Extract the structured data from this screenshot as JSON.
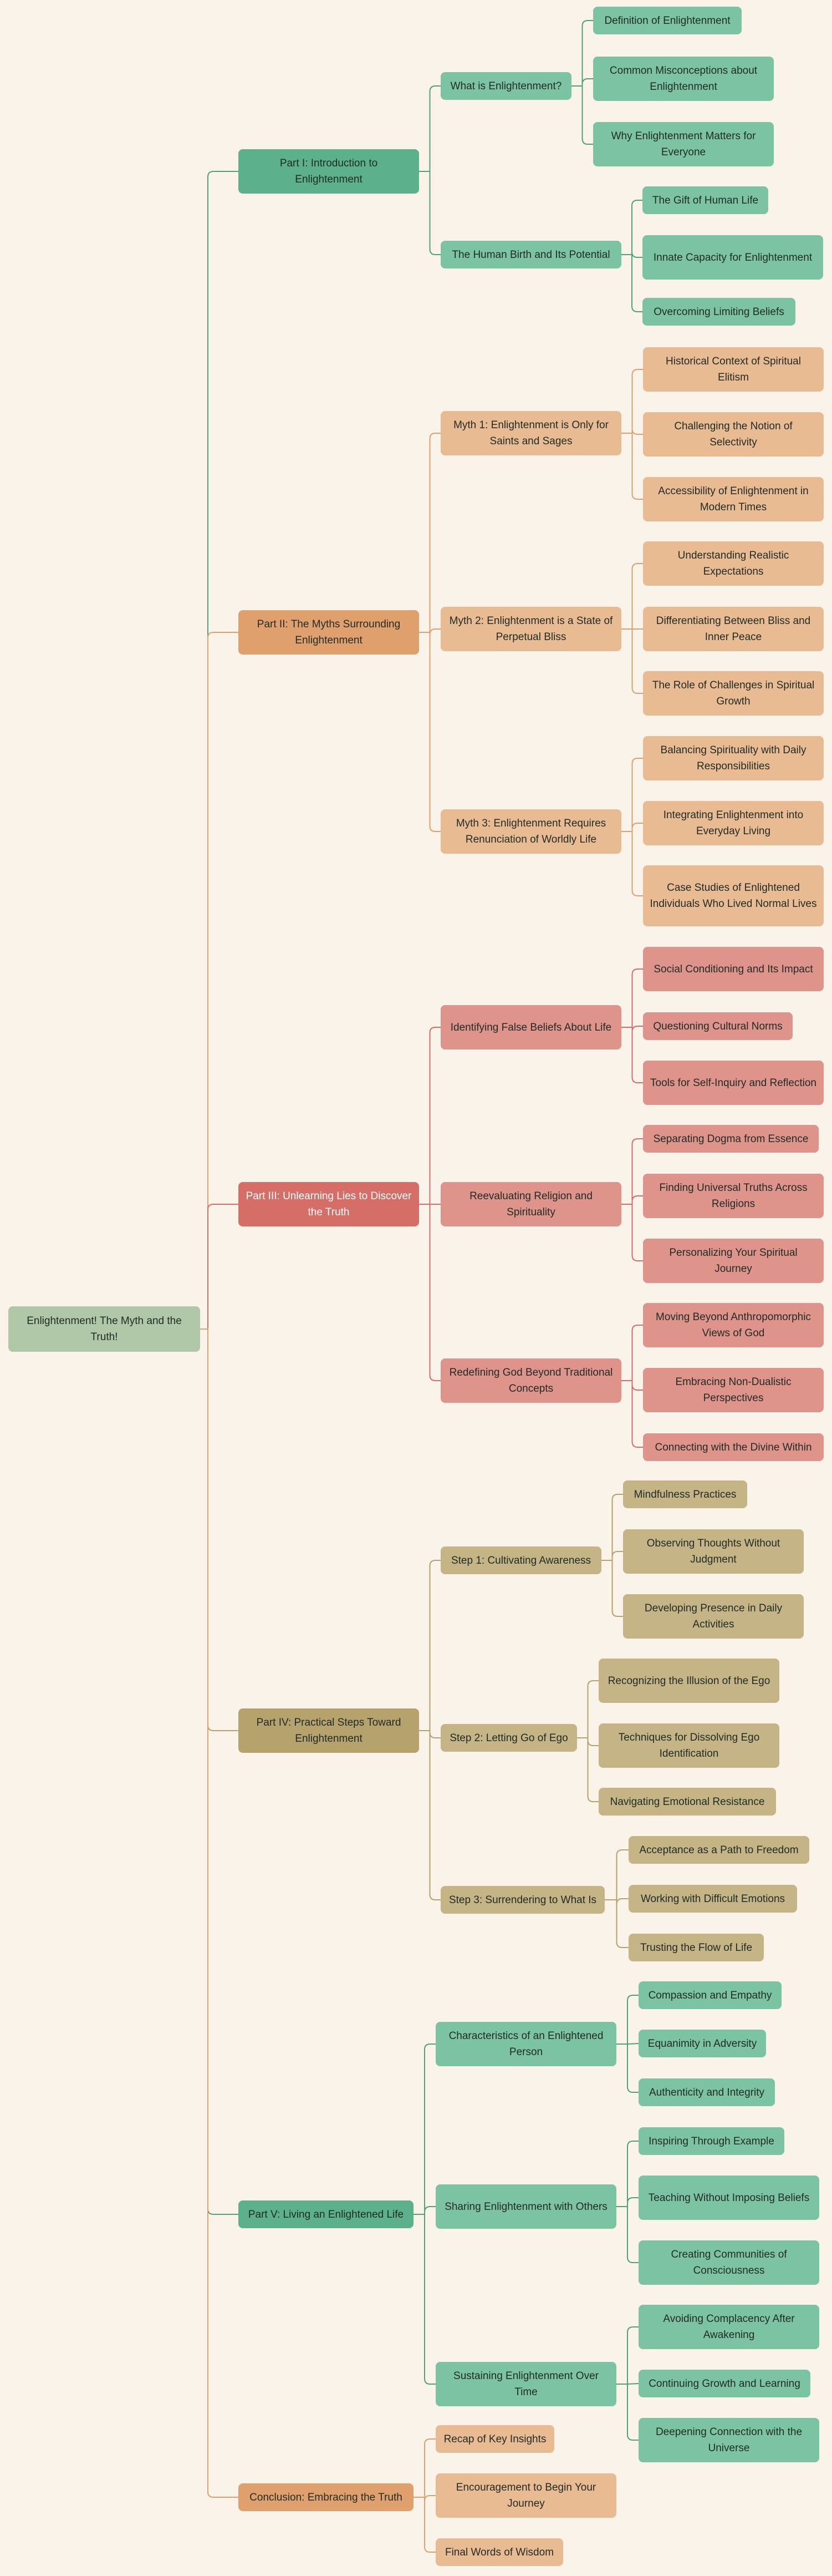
{
  "colors": {
    "background": "#f9f3ea",
    "root": "#b0c7a8",
    "green_dark": "#5cb08b",
    "green_light": "#7cc3a4",
    "orange_dark": "#e0a06d",
    "orange_light": "#e9bb93",
    "red_dark": "#d56e66",
    "red_light": "#de938b",
    "olive_dark": "#b5a26c",
    "olive_light": "#c4b486",
    "line_green": "#4fa07d",
    "line_orange": "#e0a06d",
    "line_red": "#d56e66",
    "line_olive": "#b5a26c"
  },
  "root": {
    "label": "Enlightenment! The Myth and the Truth!"
  },
  "parts": [
    {
      "label": "Part I: Introduction to Enlightenment",
      "theme": "green",
      "sections": [
        {
          "label": "What is Enlightenment?",
          "items": [
            "Definition of Enlightenment",
            "Common Misconceptions about Enlightenment",
            "Why Enlightenment Matters for Everyone"
          ]
        },
        {
          "label": "The Human Birth and Its Potential",
          "items": [
            "The Gift of Human Life",
            "Innate Capacity for Enlightenment",
            "Overcoming Limiting Beliefs"
          ]
        }
      ]
    },
    {
      "label": "Part II: The Myths Surrounding Enlightenment",
      "theme": "orange",
      "sections": [
        {
          "label": "Myth 1: Enlightenment is Only for Saints and Sages",
          "items": [
            "Historical Context of Spiritual Elitism",
            "Challenging the Notion of Selectivity",
            "Accessibility of Enlightenment in Modern Times"
          ]
        },
        {
          "label": "Myth 2: Enlightenment is a State of Perpetual Bliss",
          "items": [
            "Understanding Realistic Expectations",
            "Differentiating Between Bliss and Inner Peace",
            "The Role of Challenges in Spiritual Growth"
          ]
        },
        {
          "label": "Myth 3: Enlightenment Requires Renunciation of Worldly Life",
          "items": [
            "Balancing Spirituality with Daily Responsibilities",
            "Integrating Enlightenment into Everyday Living",
            "Case Studies of Enlightened Individuals Who Lived Normal Lives"
          ]
        }
      ]
    },
    {
      "label": "Part III: Unlearning Lies to Discover the Truth",
      "theme": "red",
      "sections": [
        {
          "label": "Identifying False Beliefs About Life",
          "items": [
            "Social Conditioning and Its Impact",
            "Questioning Cultural Norms",
            "Tools for Self-Inquiry and Reflection"
          ]
        },
        {
          "label": "Reevaluating Religion and Spirituality",
          "items": [
            "Separating Dogma from Essence",
            "Finding Universal Truths Across Religions",
            "Personalizing Your Spiritual Journey"
          ]
        },
        {
          "label": "Redefining God Beyond Traditional Concepts",
          "items": [
            "Moving Beyond Anthropomorphic Views of God",
            "Embracing Non-Dualistic Perspectives",
            "Connecting with the Divine Within"
          ]
        }
      ]
    },
    {
      "label": "Part IV: Practical Steps Toward Enlightenment",
      "theme": "olive",
      "sections": [
        {
          "label": "Step 1: Cultivating Awareness",
          "items": [
            "Mindfulness Practices",
            "Observing Thoughts Without Judgment",
            "Developing Presence in Daily Activities"
          ]
        },
        {
          "label": "Step 2: Letting Go of Ego",
          "items": [
            "Recognizing the Illusion of the Ego",
            "Techniques for Dissolving Ego Identification",
            "Navigating Emotional Resistance"
          ]
        },
        {
          "label": "Step 3: Surrendering to What Is",
          "items": [
            "Acceptance as a Path to Freedom",
            "Working with Difficult Emotions",
            "Trusting the Flow of Life"
          ]
        }
      ]
    },
    {
      "label": "Part V: Living an Enlightened Life",
      "theme": "green",
      "sections": [
        {
          "label": "Characteristics of an Enlightened Person",
          "items": [
            "Compassion and Empathy",
            "Equanimity in Adversity",
            "Authenticity and Integrity"
          ]
        },
        {
          "label": "Sharing Enlightenment with Others",
          "items": [
            "Inspiring Through Example",
            "Teaching Without Imposing Beliefs",
            "Creating Communities of Consciousness"
          ]
        },
        {
          "label": "Sustaining Enlightenment Over Time",
          "items": [
            "Avoiding Complacency After Awakening",
            "Continuing Growth and Learning",
            "Deepening Connection with the Universe"
          ]
        }
      ]
    },
    {
      "label": "Conclusion: Embracing the Truth",
      "theme": "orange",
      "sections": [],
      "items": [
        "Recap of Key Insights",
        "Encouragement to Begin Your Journey",
        "Final Words of Wisdom"
      ]
    }
  ]
}
